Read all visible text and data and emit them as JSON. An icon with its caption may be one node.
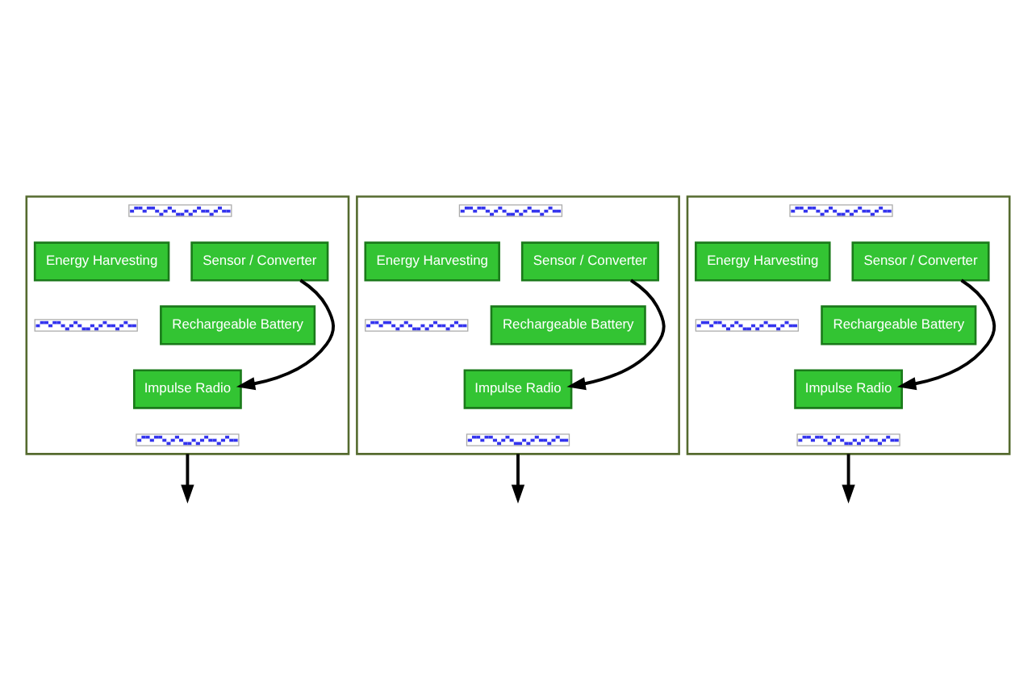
{
  "diagram": {
    "nodes": [
      {
        "text": [],
        "shape": "box"
      },
      {
        "text": [],
        "shape": "picture",
        "in": 0
      },
      {
        "text": [
          "Energy Harvesting"
        ],
        "in": 0
      },
      {
        "text": [
          "Sensor / Converter"
        ],
        "in": 0
      },
      {
        "text": [],
        "shape": "picture",
        "in": 0
      },
      {
        "text": [
          "Rechargeable Battery"
        ],
        "in": 0
      },
      {
        "text": [
          "Impulse Radio"
        ],
        "in": 0
      },
      {
        "text": [],
        "shape": "picture",
        "in": 0
      },
      {
        "text": [],
        "shape": "box"
      },
      {
        "text": [],
        "shape": "picture",
        "in": 8
      },
      {
        "text": [
          "Energy Harvesting"
        ],
        "in": 8
      },
      {
        "text": [
          "Sensor / Converter"
        ],
        "in": 8
      },
      {
        "text": [],
        "shape": "picture",
        "in": 8
      },
      {
        "text": [
          "Rechargeable Battery"
        ],
        "in": 8
      },
      {
        "text": [
          "Impulse Radio"
        ],
        "in": 8
      },
      {
        "text": [],
        "shape": "picture",
        "in": 8
      },
      {
        "text": [],
        "shape": "box"
      },
      {
        "text": [],
        "shape": "picture",
        "in": 16
      },
      {
        "text": [
          "Energy Harvesting"
        ],
        "in": 16
      },
      {
        "text": [
          "Sensor / Converter"
        ],
        "in": 16
      },
      {
        "text": [],
        "shape": "picture",
        "in": 16
      },
      {
        "text": [
          "Rechargeable Battery"
        ],
        "in": 16
      },
      {
        "text": [
          "Impulse Radio"
        ],
        "in": 16
      },
      {
        "text": [],
        "shape": "picture",
        "in": 16
      }
    ],
    "edges": [
      {
        "from": 3,
        "to": 6,
        "arrow": "to"
      },
      {
        "from": 11,
        "to": 14,
        "arrow": "to"
      },
      {
        "from": 19,
        "to": 22,
        "arrow": "to"
      },
      {
        "from": 0,
        "to": null,
        "arrow": "to"
      },
      {
        "from": 8,
        "to": null,
        "arrow": "to"
      },
      {
        "from": 16,
        "to": null,
        "arrow": "to"
      }
    ]
  }
}
